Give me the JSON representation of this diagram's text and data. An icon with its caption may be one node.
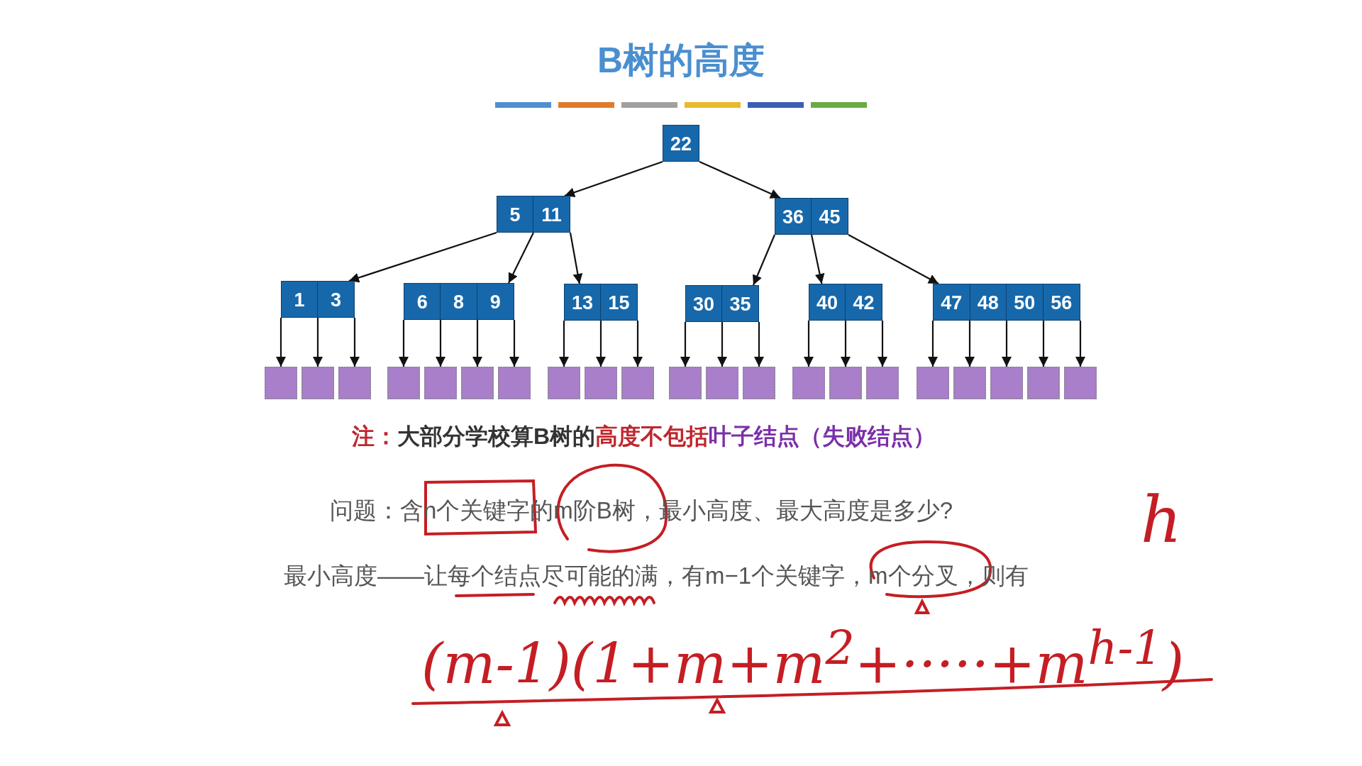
{
  "diagram": {
    "title": "B树的高度",
    "nodes": [
      {
        "text": [
          "22"
        ]
      },
      {
        "text": [
          "5",
          "11"
        ]
      },
      {
        "text": [
          "36",
          "45"
        ]
      },
      {
        "text": [
          "1",
          "3"
        ]
      },
      {
        "text": [
          "6",
          "8",
          "9"
        ]
      },
      {
        "text": [
          "13",
          "15"
        ]
      },
      {
        "text": [
          "30",
          "35"
        ]
      },
      {
        "text": [
          "40",
          "42"
        ]
      },
      {
        "text": [
          "47",
          "48",
          "50",
          "56"
        ]
      },
      {
        "text": [],
        "shape": "box"
      },
      {
        "text": [],
        "shape": "box"
      },
      {
        "text": [],
        "shape": "box"
      },
      {
        "text": [],
        "shape": "box"
      },
      {
        "text": [],
        "shape": "box"
      },
      {
        "text": [],
        "shape": "box"
      },
      {
        "text": [],
        "shape": "box"
      },
      {
        "text": [],
        "shape": "box"
      },
      {
        "text": [],
        "shape": "box"
      },
      {
        "text": [],
        "shape": "box"
      },
      {
        "text": [],
        "shape": "box"
      },
      {
        "text": [],
        "shape": "box"
      },
      {
        "text": [],
        "shape": "box"
      },
      {
        "text": [],
        "shape": "box"
      },
      {
        "text": [],
        "shape": "box"
      },
      {
        "text": [],
        "shape": "box"
      },
      {
        "text": [],
        "shape": "box"
      },
      {
        "text": [],
        "shape": "box"
      },
      {
        "text": [],
        "shape": "box"
      },
      {
        "text": [],
        "shape": "box"
      },
      {
        "text": [],
        "shape": "box"
      }
    ],
    "edges": [
      {
        "from": 0,
        "to": 1,
        "arrow": "to"
      },
      {
        "from": 0,
        "to": 2,
        "arrow": "to"
      },
      {
        "from": 1,
        "to": 3,
        "arrow": "to"
      },
      {
        "from": 1,
        "to": 4,
        "arrow": "to"
      },
      {
        "from": 1,
        "to": 5,
        "arrow": "to"
      },
      {
        "from": 2,
        "to": 6,
        "arrow": "to"
      },
      {
        "from": 2,
        "to": 7,
        "arrow": "to"
      },
      {
        "from": 2,
        "to": 8,
        "arrow": "to"
      },
      {
        "from": 3,
        "to": 9,
        "arrow": "to"
      },
      {
        "from": 3,
        "to": 10,
        "arrow": "to"
      },
      {
        "from": 3,
        "to": 11,
        "arrow": "to"
      },
      {
        "from": 4,
        "to": 12,
        "arrow": "to"
      },
      {
        "from": 4,
        "to": 13,
        "arrow": "to"
      },
      {
        "from": 4,
        "to": 14,
        "arrow": "to"
      },
      {
        "from": 4,
        "to": 15,
        "arrow": "to"
      },
      {
        "from": 5,
        "to": 16,
        "arrow": "to"
      },
      {
        "from": 5,
        "to": 17,
        "arrow": "to"
      },
      {
        "from": 5,
        "to": 18,
        "arrow": "to"
      },
      {
        "from": 6,
        "to": 19,
        "arrow": "to"
      },
      {
        "from": 6,
        "to": 20,
        "arrow": "to"
      },
      {
        "from": 6,
        "to": 21,
        "arrow": "to"
      },
      {
        "from": 7,
        "to": 22,
        "arrow": "to"
      },
      {
        "from": 7,
        "to": 23,
        "arrow": "to"
      },
      {
        "from": 7,
        "to": 24,
        "arrow": "to"
      },
      {
        "from": 8,
        "to": 25,
        "arrow": "to"
      },
      {
        "from": 8,
        "to": 26,
        "arrow": "to"
      },
      {
        "from": 8,
        "to": 27,
        "arrow": "to"
      },
      {
        "from": 8,
        "to": 28,
        "arrow": "to"
      },
      {
        "from": 8,
        "to": 29,
        "arrow": "to"
      }
    ],
    "labels": [
      "注：",
      "大部分学校算B树的",
      "高度不包括",
      "叶子结点（失败结点）",
      "问题：含n个关键字的m阶B树，最小高度、最大高度是多少?",
      "h",
      "最小高度——让每个结点尽可能的满，有m−1个关键字，m个分叉，则有",
      "(m-1)(1+m+m$^{2}$+·····+m$^{h-1}$)"
    ]
  }
}
